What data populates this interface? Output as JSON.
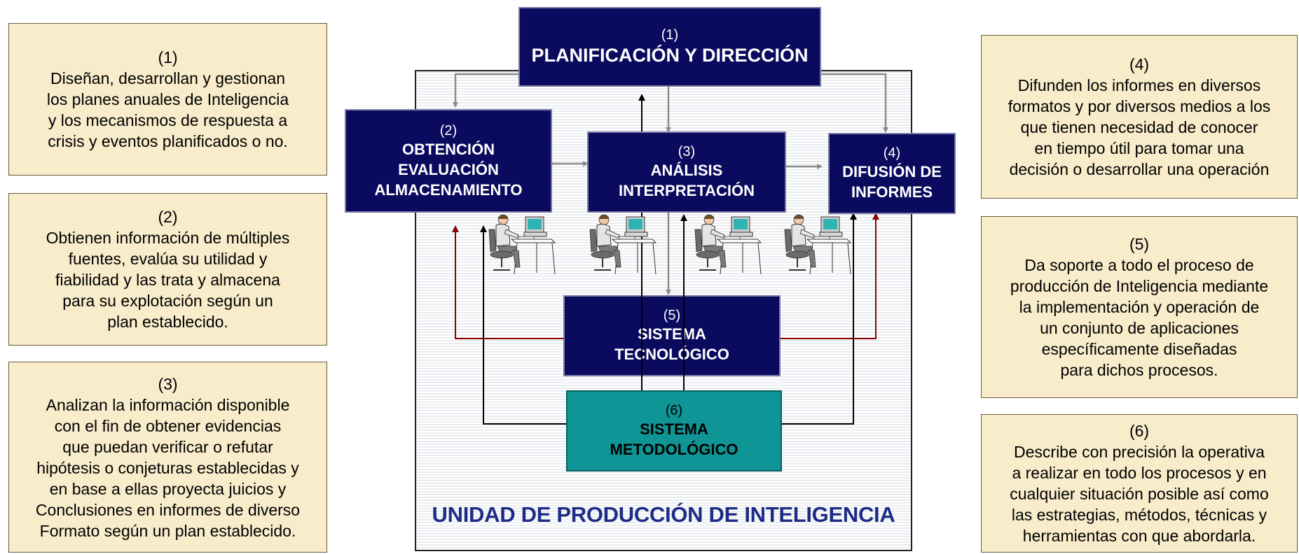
{
  "left_notes": [
    {
      "lines": [
        "(1)",
        "Diseñan, desarrollan y gestionan",
        "los planes anuales de Inteligencia",
        "y los mecanismos de respuesta a",
        "crisis  y eventos planificados o no."
      ]
    },
    {
      "lines": [
        "(2)",
        "Obtienen información de múltiples",
        "fuentes, evalúa  su utilidad y",
        "fiabilidad y las trata y almacena",
        "para su explotación según un",
        "plan establecido."
      ]
    },
    {
      "lines": [
        "(3)",
        "Analizan la información disponible",
        "con el fin de obtener evidencias",
        "que puedan verificar o refutar",
        "hipótesis o conjeturas establecidas y",
        "en base a ellas proyecta juicios y",
        "Conclusiones en informes de diverso",
        "Formato según un plan establecido."
      ]
    }
  ],
  "right_notes": [
    {
      "lines": [
        "(4)",
        "Difunden los informes en diversos",
        "formatos y por diversos medios a los",
        "que tienen necesidad de conocer",
        "en tiempo útil para tomar una",
        "decisión o desarrollar una operación"
      ]
    },
    {
      "lines": [
        "(5)",
        "Da soporte a todo el proceso de",
        "producción de Inteligencia mediante",
        "la implementación y operación de",
        "un conjunto de aplicaciones",
        "específicamente diseñadas",
        "para dichos procesos."
      ]
    },
    {
      "lines": [
        "(6)",
        "Describe con precisión la operativa",
        "a realizar en todo los procesos y en",
        "cualquier situación posible así como",
        "las estrategias, métodos, técnicas y",
        "herramientas con que abordarla."
      ]
    }
  ],
  "boxes": {
    "planificacion": {
      "num": "(1)",
      "lines": [
        "PLANIFICACIÓN Y DIRECCIÓN"
      ]
    },
    "obtencion": {
      "num": "(2)",
      "lines": [
        "OBTENCIÓN",
        "EVALUACIÓN",
        "ALMACENAMIENTO"
      ]
    },
    "analisis": {
      "num": "(3)",
      "lines": [
        "ANÁLISIS",
        "INTERPRETACIÓN"
      ]
    },
    "difusion": {
      "num": "(4)",
      "lines": [
        "DIFUSIÓN DE",
        "INFORMES"
      ]
    },
    "sistema_tecnologico": {
      "num": "(5)",
      "lines": [
        "SISTEMA",
        "TECNOLÓGICO"
      ]
    },
    "sistema_metodologico": {
      "num": "(6)",
      "lines": [
        "SISTEMA",
        "METODOLÓGICO"
      ]
    }
  },
  "unit_title": "UNIDAD DE  PRODUCCIÓN DE INTELIGENCIA",
  "colors": {
    "box_navy": "#0a0a5e",
    "box_teal": "#0f9595",
    "note_bg": "#f8eccb",
    "arrow_gray": "#8c8c8c",
    "arrow_red": "#8b0000",
    "arrow_black": "#000000",
    "unit_title": "#1d2c86"
  },
  "icons": [
    "analyst-workstation-icon"
  ]
}
